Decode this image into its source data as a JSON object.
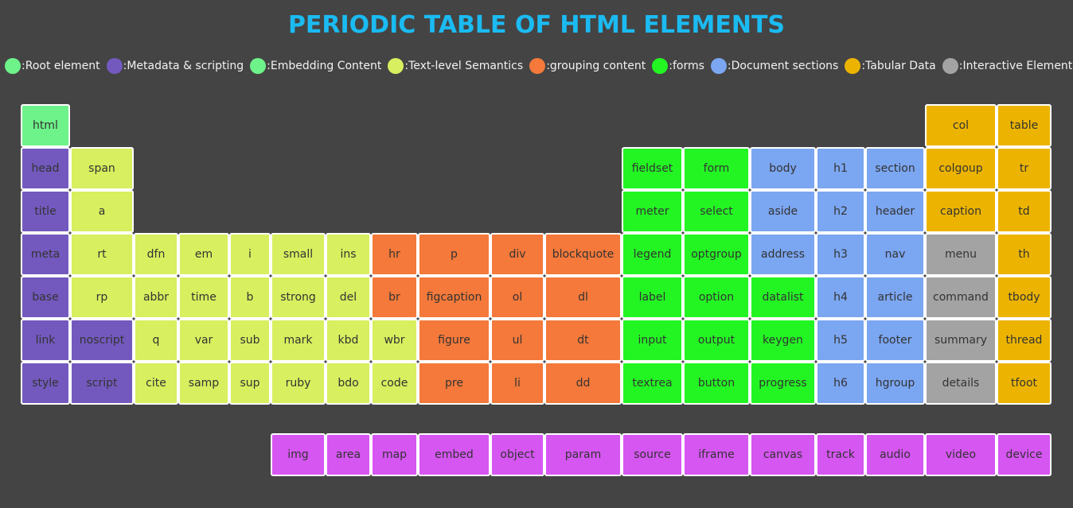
{
  "title": "PERIODIC TABLE OF HTML ELEMENTS",
  "colors": {
    "background": "#444444",
    "title": "#1bbbf2",
    "root": "#6ef28a",
    "metadata": "#7359be",
    "embedding": "#6ef28a",
    "text": "#d8ef5f",
    "grouping": "#f4793a",
    "forms": "#23f523",
    "sections": "#7ba6f1",
    "tabular": "#ecb400",
    "interactive": "#a3a3a3",
    "media": "#d656f2"
  },
  "legend": [
    {
      "label": ":Root element",
      "category": "root"
    },
    {
      "label": ":Metadata & scripting",
      "category": "metadata"
    },
    {
      "label": ":Embedding Content",
      "category": "embedding"
    },
    {
      "label": ":Text-level Semantics",
      "category": "text"
    },
    {
      "label": ":grouping content",
      "category": "grouping"
    },
    {
      "label": ":forms",
      "category": "forms"
    },
    {
      "label": ":Document sections",
      "category": "sections"
    },
    {
      "label": ":Tabular Data",
      "category": "tabular"
    },
    {
      "label": ":Interactive Elements",
      "category": "interactive"
    }
  ],
  "elements": [
    {
      "label": "html",
      "row": 0,
      "col": 0,
      "category": "root"
    },
    {
      "label": "col",
      "row": 0,
      "col": 16,
      "category": "tabular"
    },
    {
      "label": "table",
      "row": 0,
      "col": 17,
      "category": "tabular"
    },
    {
      "label": "head",
      "row": 1,
      "col": 0,
      "category": "metadata"
    },
    {
      "label": "span",
      "row": 1,
      "col": 1,
      "category": "text"
    },
    {
      "label": "fieldset",
      "row": 1,
      "col": 11,
      "category": "forms"
    },
    {
      "label": "form",
      "row": 1,
      "col": 12,
      "category": "forms"
    },
    {
      "label": "body",
      "row": 1,
      "col": 13,
      "category": "sections"
    },
    {
      "label": "h1",
      "row": 1,
      "col": 14,
      "category": "sections"
    },
    {
      "label": "section",
      "row": 1,
      "col": 15,
      "category": "sections"
    },
    {
      "label": "colgoup",
      "row": 1,
      "col": 16,
      "category": "tabular"
    },
    {
      "label": "tr",
      "row": 1,
      "col": 17,
      "category": "tabular"
    },
    {
      "label": "title",
      "row": 2,
      "col": 0,
      "category": "metadata"
    },
    {
      "label": "a",
      "row": 2,
      "col": 1,
      "category": "text"
    },
    {
      "label": "meter",
      "row": 2,
      "col": 11,
      "category": "forms"
    },
    {
      "label": "select",
      "row": 2,
      "col": 12,
      "category": "forms"
    },
    {
      "label": "aside",
      "row": 2,
      "col": 13,
      "category": "sections"
    },
    {
      "label": "h2",
      "row": 2,
      "col": 14,
      "category": "sections"
    },
    {
      "label": "header",
      "row": 2,
      "col": 15,
      "category": "sections"
    },
    {
      "label": "caption",
      "row": 2,
      "col": 16,
      "category": "tabular"
    },
    {
      "label": "td",
      "row": 2,
      "col": 17,
      "category": "tabular"
    },
    {
      "label": "meta",
      "row": 3,
      "col": 0,
      "category": "metadata"
    },
    {
      "label": "rt",
      "row": 3,
      "col": 1,
      "category": "text"
    },
    {
      "label": "dfn",
      "row": 3,
      "col": 2,
      "category": "text"
    },
    {
      "label": "em",
      "row": 3,
      "col": 3,
      "category": "text"
    },
    {
      "label": "i",
      "row": 3,
      "col": 4,
      "category": "text"
    },
    {
      "label": "small",
      "row": 3,
      "col": 5,
      "category": "text"
    },
    {
      "label": "ins",
      "row": 3,
      "col": 6,
      "category": "text"
    },
    {
      "label": "hr",
      "row": 3,
      "col": 7,
      "category": "grouping"
    },
    {
      "label": "p",
      "row": 3,
      "col": 8,
      "category": "grouping"
    },
    {
      "label": "div",
      "row": 3,
      "col": 9,
      "category": "grouping"
    },
    {
      "label": "blockquote",
      "row": 3,
      "col": 10,
      "category": "grouping"
    },
    {
      "label": "legend",
      "row": 3,
      "col": 11,
      "category": "forms"
    },
    {
      "label": "optgroup",
      "row": 3,
      "col": 12,
      "category": "forms"
    },
    {
      "label": "address",
      "row": 3,
      "col": 13,
      "category": "sections"
    },
    {
      "label": "h3",
      "row": 3,
      "col": 14,
      "category": "sections"
    },
    {
      "label": "nav",
      "row": 3,
      "col": 15,
      "category": "sections"
    },
    {
      "label": "menu",
      "row": 3,
      "col": 16,
      "category": "interactive"
    },
    {
      "label": "th",
      "row": 3,
      "col": 17,
      "category": "tabular"
    },
    {
      "label": "base",
      "row": 4,
      "col": 0,
      "category": "metadata"
    },
    {
      "label": "rp",
      "row": 4,
      "col": 1,
      "category": "text"
    },
    {
      "label": "abbr",
      "row": 4,
      "col": 2,
      "category": "text"
    },
    {
      "label": "time",
      "row": 4,
      "col": 3,
      "category": "text"
    },
    {
      "label": "b",
      "row": 4,
      "col": 4,
      "category": "text"
    },
    {
      "label": "strong",
      "row": 4,
      "col": 5,
      "category": "text"
    },
    {
      "label": "del",
      "row": 4,
      "col": 6,
      "category": "text"
    },
    {
      "label": "br",
      "row": 4,
      "col": 7,
      "category": "grouping"
    },
    {
      "label": "figcaption",
      "row": 4,
      "col": 8,
      "category": "grouping"
    },
    {
      "label": "ol",
      "row": 4,
      "col": 9,
      "category": "grouping"
    },
    {
      "label": "dl",
      "row": 4,
      "col": 10,
      "category": "grouping"
    },
    {
      "label": "label",
      "row": 4,
      "col": 11,
      "category": "forms"
    },
    {
      "label": "option",
      "row": 4,
      "col": 12,
      "category": "forms"
    },
    {
      "label": "datalist",
      "row": 4,
      "col": 13,
      "category": "forms"
    },
    {
      "label": "h4",
      "row": 4,
      "col": 14,
      "category": "sections"
    },
    {
      "label": "article",
      "row": 4,
      "col": 15,
      "category": "sections"
    },
    {
      "label": "command",
      "row": 4,
      "col": 16,
      "category": "interactive"
    },
    {
      "label": "tbody",
      "row": 4,
      "col": 17,
      "category": "tabular"
    },
    {
      "label": "link",
      "row": 5,
      "col": 0,
      "category": "metadata"
    },
    {
      "label": "noscript",
      "row": 5,
      "col": 1,
      "category": "metadata"
    },
    {
      "label": "q",
      "row": 5,
      "col": 2,
      "category": "text"
    },
    {
      "label": "var",
      "row": 5,
      "col": 3,
      "category": "text"
    },
    {
      "label": "sub",
      "row": 5,
      "col": 4,
      "category": "text"
    },
    {
      "label": "mark",
      "row": 5,
      "col": 5,
      "category": "text"
    },
    {
      "label": "kbd",
      "row": 5,
      "col": 6,
      "category": "text"
    },
    {
      "label": "wbr",
      "row": 5,
      "col": 7,
      "category": "text"
    },
    {
      "label": "figure",
      "row": 5,
      "col": 8,
      "category": "grouping"
    },
    {
      "label": "ul",
      "row": 5,
      "col": 9,
      "category": "grouping"
    },
    {
      "label": "dt",
      "row": 5,
      "col": 10,
      "category": "grouping"
    },
    {
      "label": "input",
      "row": 5,
      "col": 11,
      "category": "forms"
    },
    {
      "label": "output",
      "row": 5,
      "col": 12,
      "category": "forms"
    },
    {
      "label": "keygen",
      "row": 5,
      "col": 13,
      "category": "forms"
    },
    {
      "label": "h5",
      "row": 5,
      "col": 14,
      "category": "sections"
    },
    {
      "label": "footer",
      "row": 5,
      "col": 15,
      "category": "sections"
    },
    {
      "label": "summary",
      "row": 5,
      "col": 16,
      "category": "interactive"
    },
    {
      "label": "thread",
      "row": 5,
      "col": 17,
      "category": "tabular"
    },
    {
      "label": "style",
      "row": 6,
      "col": 0,
      "category": "metadata"
    },
    {
      "label": "script",
      "row": 6,
      "col": 1,
      "category": "metadata"
    },
    {
      "label": "cite",
      "row": 6,
      "col": 2,
      "category": "text"
    },
    {
      "label": "samp",
      "row": 6,
      "col": 3,
      "category": "text"
    },
    {
      "label": "sup",
      "row": 6,
      "col": 4,
      "category": "text"
    },
    {
      "label": "ruby",
      "row": 6,
      "col": 5,
      "category": "text"
    },
    {
      "label": "bdo",
      "row": 6,
      "col": 6,
      "category": "text"
    },
    {
      "label": "code",
      "row": 6,
      "col": 7,
      "category": "text"
    },
    {
      "label": "pre",
      "row": 6,
      "col": 8,
      "category": "grouping"
    },
    {
      "label": "li",
      "row": 6,
      "col": 9,
      "category": "grouping"
    },
    {
      "label": "dd",
      "row": 6,
      "col": 10,
      "category": "grouping"
    },
    {
      "label": "textrea",
      "row": 6,
      "col": 11,
      "category": "forms"
    },
    {
      "label": "button",
      "row": 6,
      "col": 12,
      "category": "forms"
    },
    {
      "label": "progress",
      "row": 6,
      "col": 13,
      "category": "forms"
    },
    {
      "label": "h6",
      "row": 6,
      "col": 14,
      "category": "sections"
    },
    {
      "label": "hgroup",
      "row": 6,
      "col": 15,
      "category": "sections"
    },
    {
      "label": "details",
      "row": 6,
      "col": 16,
      "category": "interactive"
    },
    {
      "label": "tfoot",
      "row": 6,
      "col": 17,
      "category": "tabular"
    },
    {
      "label": "img",
      "row": 7,
      "col": 5,
      "category": "media"
    },
    {
      "label": "area",
      "row": 7,
      "col": 6,
      "category": "media"
    },
    {
      "label": "map",
      "row": 7,
      "col": 7,
      "category": "media"
    },
    {
      "label": "embed",
      "row": 7,
      "col": 8,
      "category": "media"
    },
    {
      "label": "object",
      "row": 7,
      "col": 9,
      "category": "media"
    },
    {
      "label": "param",
      "row": 7,
      "col": 10,
      "category": "media"
    },
    {
      "label": "source",
      "row": 7,
      "col": 11,
      "category": "media"
    },
    {
      "label": "iframe",
      "row": 7,
      "col": 12,
      "category": "media"
    },
    {
      "label": "canvas",
      "row": 7,
      "col": 13,
      "category": "media"
    },
    {
      "label": "track",
      "row": 7,
      "col": 14,
      "category": "media"
    },
    {
      "label": "audio",
      "row": 7,
      "col": 15,
      "category": "media"
    },
    {
      "label": "video",
      "row": 7,
      "col": 16,
      "category": "media"
    },
    {
      "label": "device",
      "row": 7,
      "col": 17,
      "category": "media"
    }
  ]
}
